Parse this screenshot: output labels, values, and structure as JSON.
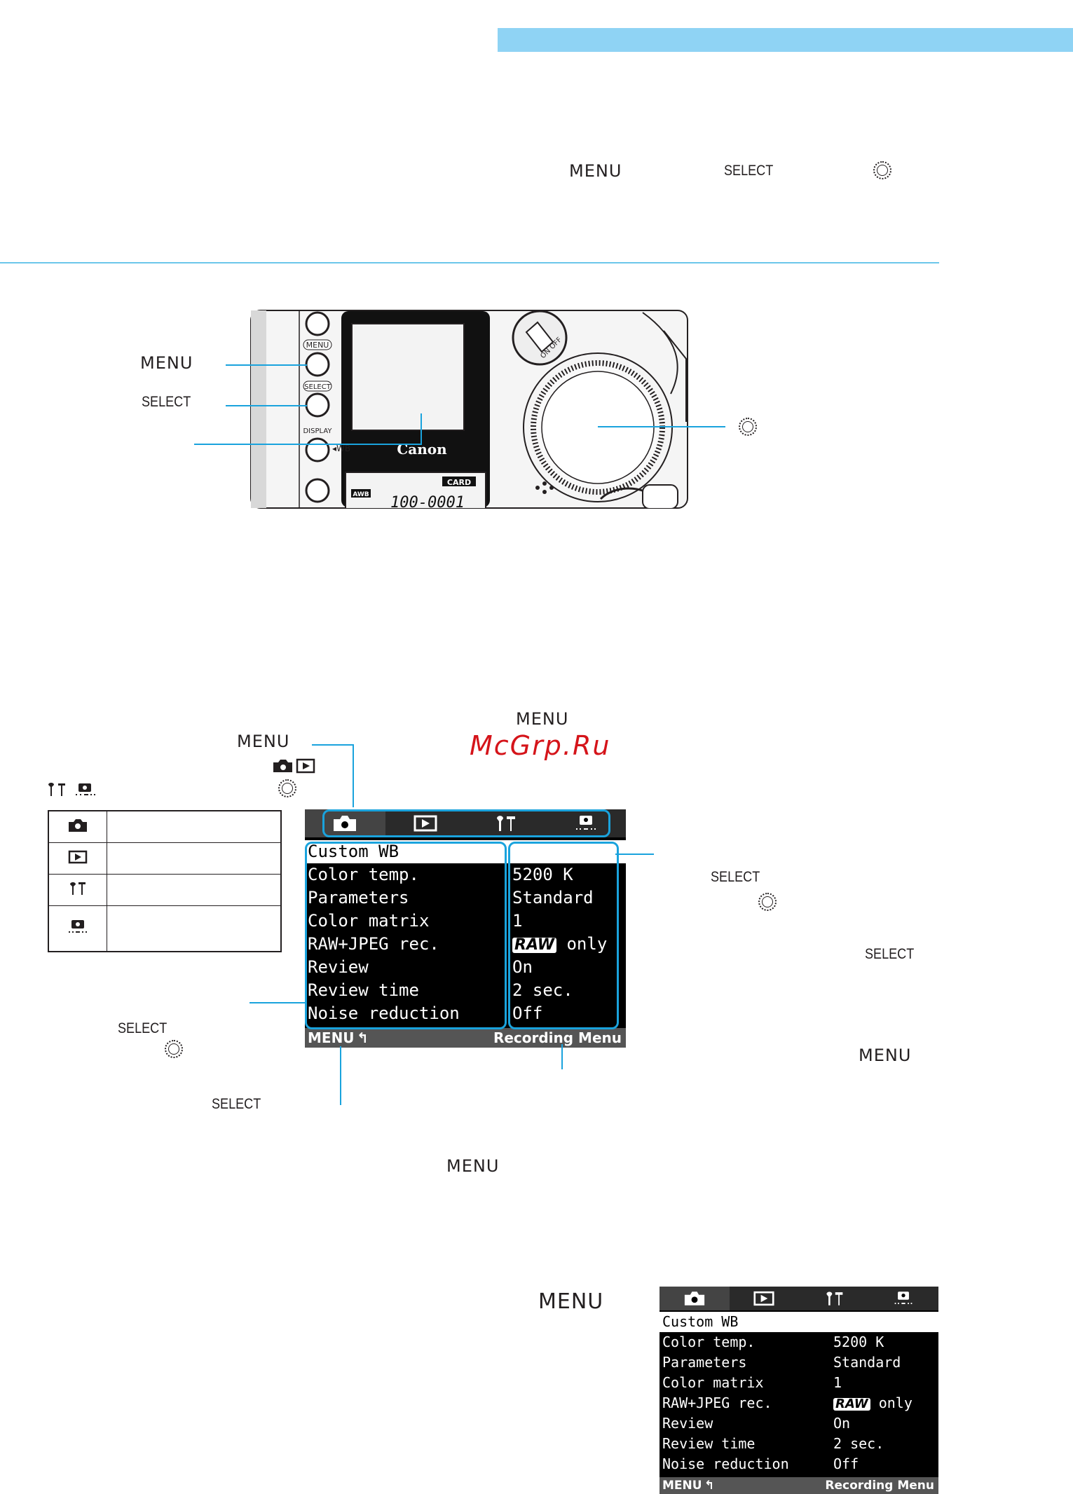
{
  "header_bar_color": "#8fd3f4",
  "rule_color": "#00a6e0",
  "intro_labels": {
    "menu": "MENU",
    "select": "SELECT",
    "dial_icon": "main-dial-icon"
  },
  "camera_diagram": {
    "buttons": [
      "MENU",
      "SELECT",
      "DISPLAY"
    ],
    "brand": "Canon",
    "lcd_badges": {
      "card": "CARD",
      "awb": "AWB",
      "counter": "100-0001"
    },
    "callouts": {
      "menu": "MENU",
      "select": "SELECT"
    }
  },
  "menu_diagram": {
    "labels": {
      "top_menu": "MENU",
      "left_menu": "MENU",
      "right_select_1": "SELECT",
      "right_select_2": "SELECT",
      "right_menu": "MENU",
      "left_select": "SELECT",
      "bottom_select": "SELECT",
      "bottom_menu": "MENU"
    },
    "watermark": "McGrp.Ru",
    "tabs": [
      "camera-icon",
      "play-icon",
      "tools-icon",
      "custom-icon"
    ],
    "items": [
      {
        "label": "Custom WB",
        "value": ""
      },
      {
        "label": "Color temp.",
        "value": "5200 K"
      },
      {
        "label": "Parameters",
        "value": "Standard"
      },
      {
        "label": "Color matrix",
        "value": "1"
      },
      {
        "label": "RAW+JPEG rec.",
        "value_badge": "RAW",
        "value": "only"
      },
      {
        "label": "Review",
        "value": "On"
      },
      {
        "label": "Review time",
        "value": "2 sec."
      },
      {
        "label": "Noise reduction",
        "value": "Off"
      }
    ],
    "footer_left": "MENU",
    "footer_right": "Recording Menu"
  },
  "step_section": {
    "menu_label": "MENU"
  }
}
